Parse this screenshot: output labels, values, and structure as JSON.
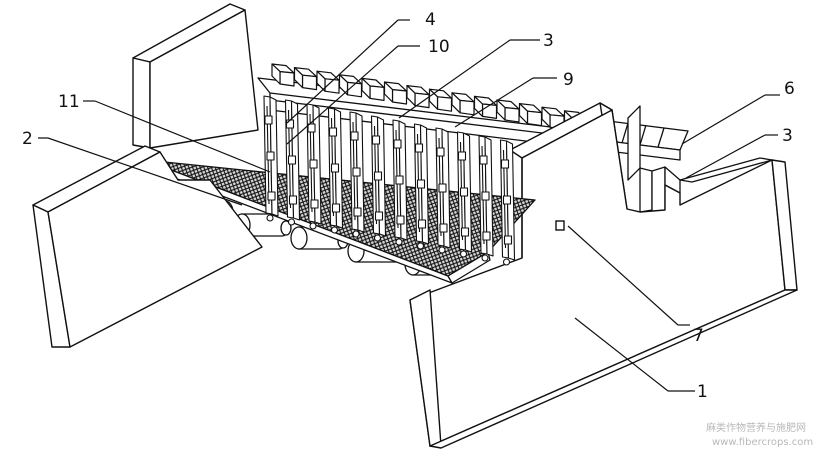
{
  "labels": {
    "l1": "1",
    "l2": "2",
    "l3a": "3",
    "l3b": "3",
    "l4": "4",
    "l6": "6",
    "l7": "7",
    "l9": "9",
    "l10": "10",
    "l11": "11"
  },
  "watermark": {
    "line1": "麻类作物营养与施肥网",
    "line2": "www.fibercrops.com"
  }
}
